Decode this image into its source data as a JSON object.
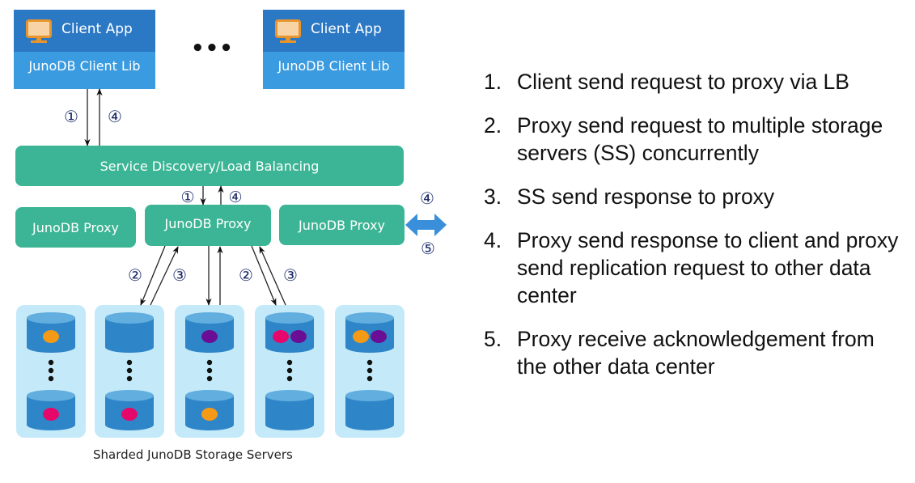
{
  "diagram": {
    "clients": [
      {
        "app_label": "Client App",
        "lib_label": "JunoDB Client Lib",
        "icon": "monitor-icon"
      },
      {
        "app_label": "Client App",
        "lib_label": "JunoDB Client Lib",
        "icon": "monitor-icon"
      }
    ],
    "ellipsis": "•••",
    "load_balancer_label": "Service Discovery/Load Balancing",
    "proxies": [
      {
        "label": "JunoDB Proxy"
      },
      {
        "label": "JunoDB Proxy"
      },
      {
        "label": "JunoDB Proxy"
      }
    ],
    "step_markers": {
      "client_to_lb": "①",
      "lb_to_client": "④",
      "lb_to_proxy": "①",
      "proxy_to_lb": "④",
      "replicate_out": "④",
      "replicate_ack": "⑤",
      "proxy_to_ss_a": "②",
      "ss_to_proxy_a": "③",
      "proxy_to_ss_b": "②",
      "ss_to_proxy_b": "③"
    },
    "storage_servers": [
      {
        "top_shards": [
          "orange"
        ],
        "bottom_shards": [
          "magenta"
        ]
      },
      {
        "top_shards": [],
        "bottom_shards": [
          "magenta"
        ]
      },
      {
        "top_shards": [
          "purple"
        ],
        "bottom_shards": [
          "orange"
        ]
      },
      {
        "top_shards": [
          "magenta",
          "purple"
        ],
        "bottom_shards": []
      },
      {
        "top_shards": [
          "orange",
          "purple"
        ],
        "bottom_shards": []
      }
    ],
    "shard_colors": {
      "orange": "#f59a17",
      "magenta": "#e5086a",
      "purple": "#6a0e96"
    },
    "storage_caption": "Sharded JunoDB Storage Servers"
  },
  "steps": [
    {
      "num": "1.",
      "text": "Client send request to proxy via LB"
    },
    {
      "num": "2.",
      "text": "Proxy send request to multiple storage servers (SS) concurrently"
    },
    {
      "num": "3.",
      "text": "SS send response to proxy"
    },
    {
      "num": "4.",
      "text": "Proxy send response to client and proxy send replication request to other data center"
    },
    {
      "num": "5.",
      "text": "Proxy receive acknowledgement from the other data center"
    }
  ],
  "colors": {
    "client_dark": "#2b78c5",
    "client_light": "#3a9be0",
    "teal": "#3bb595",
    "panel": "#c4e9f9",
    "cylinder": "#2e86c8",
    "cylinder_top": "#62aede",
    "replication_arrow": "#3a8fdb"
  }
}
